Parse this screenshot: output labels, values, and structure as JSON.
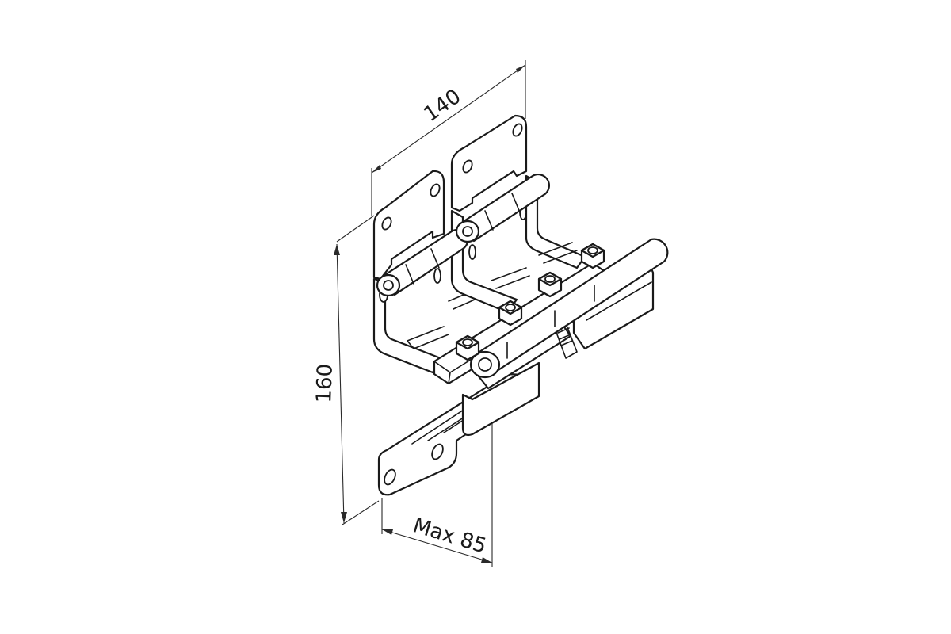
{
  "diagram": {
    "dimensions": {
      "width": "140",
      "height": "160",
      "depth": "Max 85"
    }
  }
}
